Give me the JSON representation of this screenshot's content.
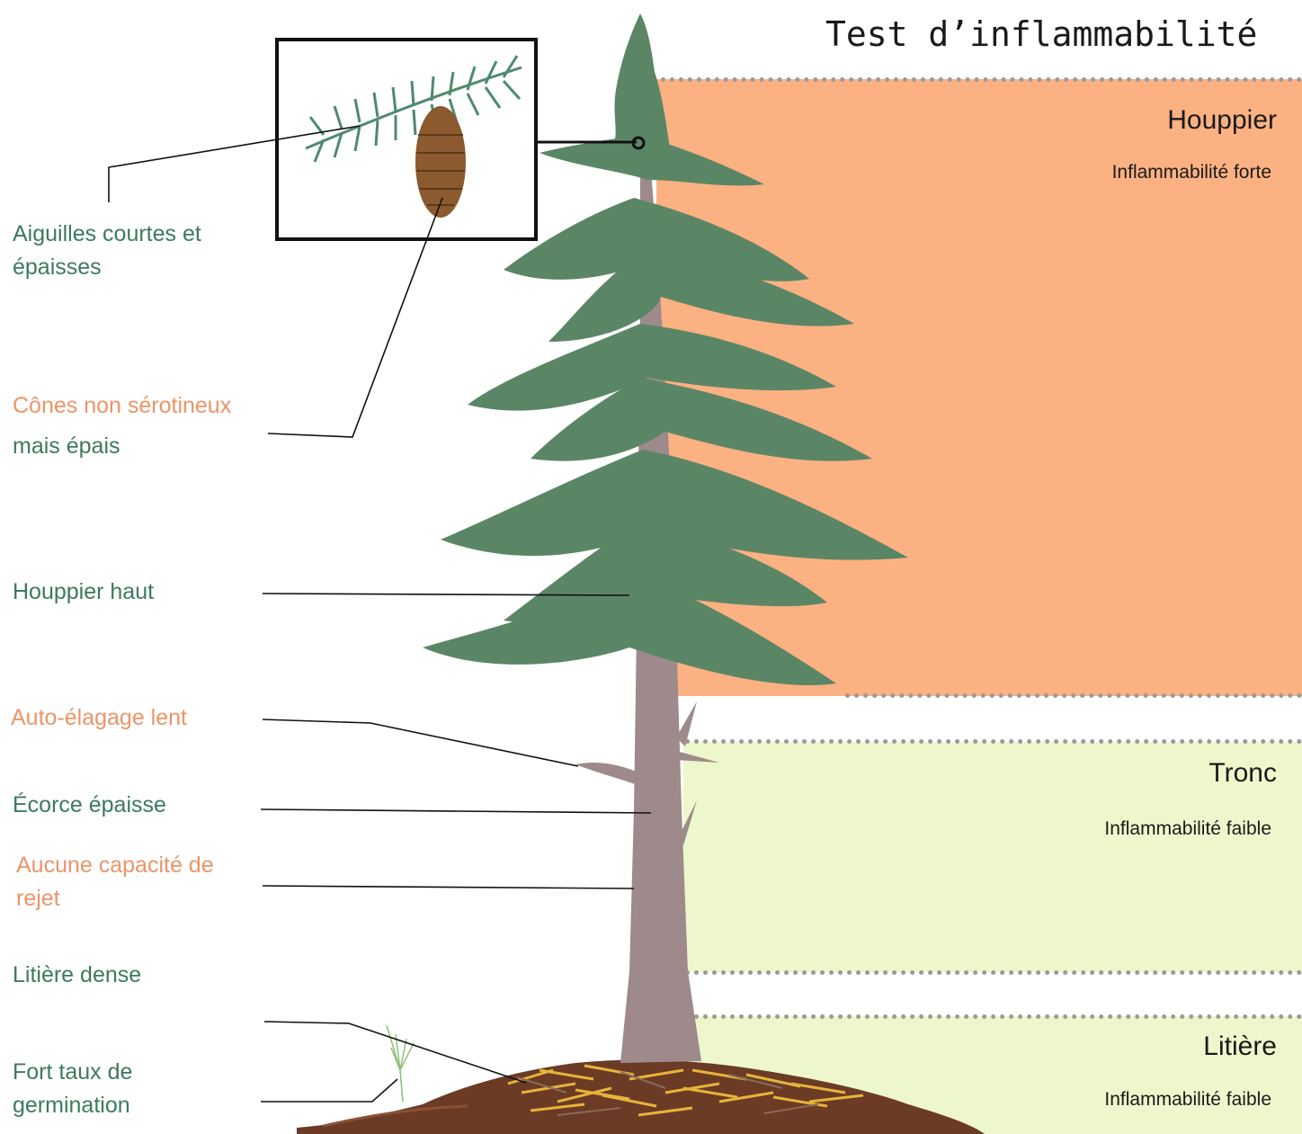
{
  "title": "Test d’inflammabilité",
  "zones": {
    "crown": {
      "name": "Houppier",
      "flammability": "Inflammabilité forte",
      "color": "#fbb182"
    },
    "trunk": {
      "name": "Tronc",
      "flammability": "Inflammabilité faible",
      "color": "#eef7cb"
    },
    "litter": {
      "name": "Litière",
      "flammability": "Inflammabilité faible",
      "color": "#eef7cb"
    }
  },
  "labels": {
    "needles": "Aiguilles courtes et épaisses",
    "cones": "Cônes non sérotineux",
    "cones_2": "mais épais",
    "high_crown": "Houppier haut",
    "self_pruning": "Auto-élagage lent",
    "bark": "Écorce épaisse",
    "resprout": "Aucune capacité de rejet",
    "dense_litter": "Litière dense",
    "germination": "Fort taux de germination"
  },
  "colors": {
    "foliage": "#5b8666",
    "trunk": "#9e8a8b",
    "soil": "#6b3b26",
    "needles_litter": "#e8b43a",
    "label_green": "#3c7a5e",
    "label_orange": "#ec9468"
  }
}
